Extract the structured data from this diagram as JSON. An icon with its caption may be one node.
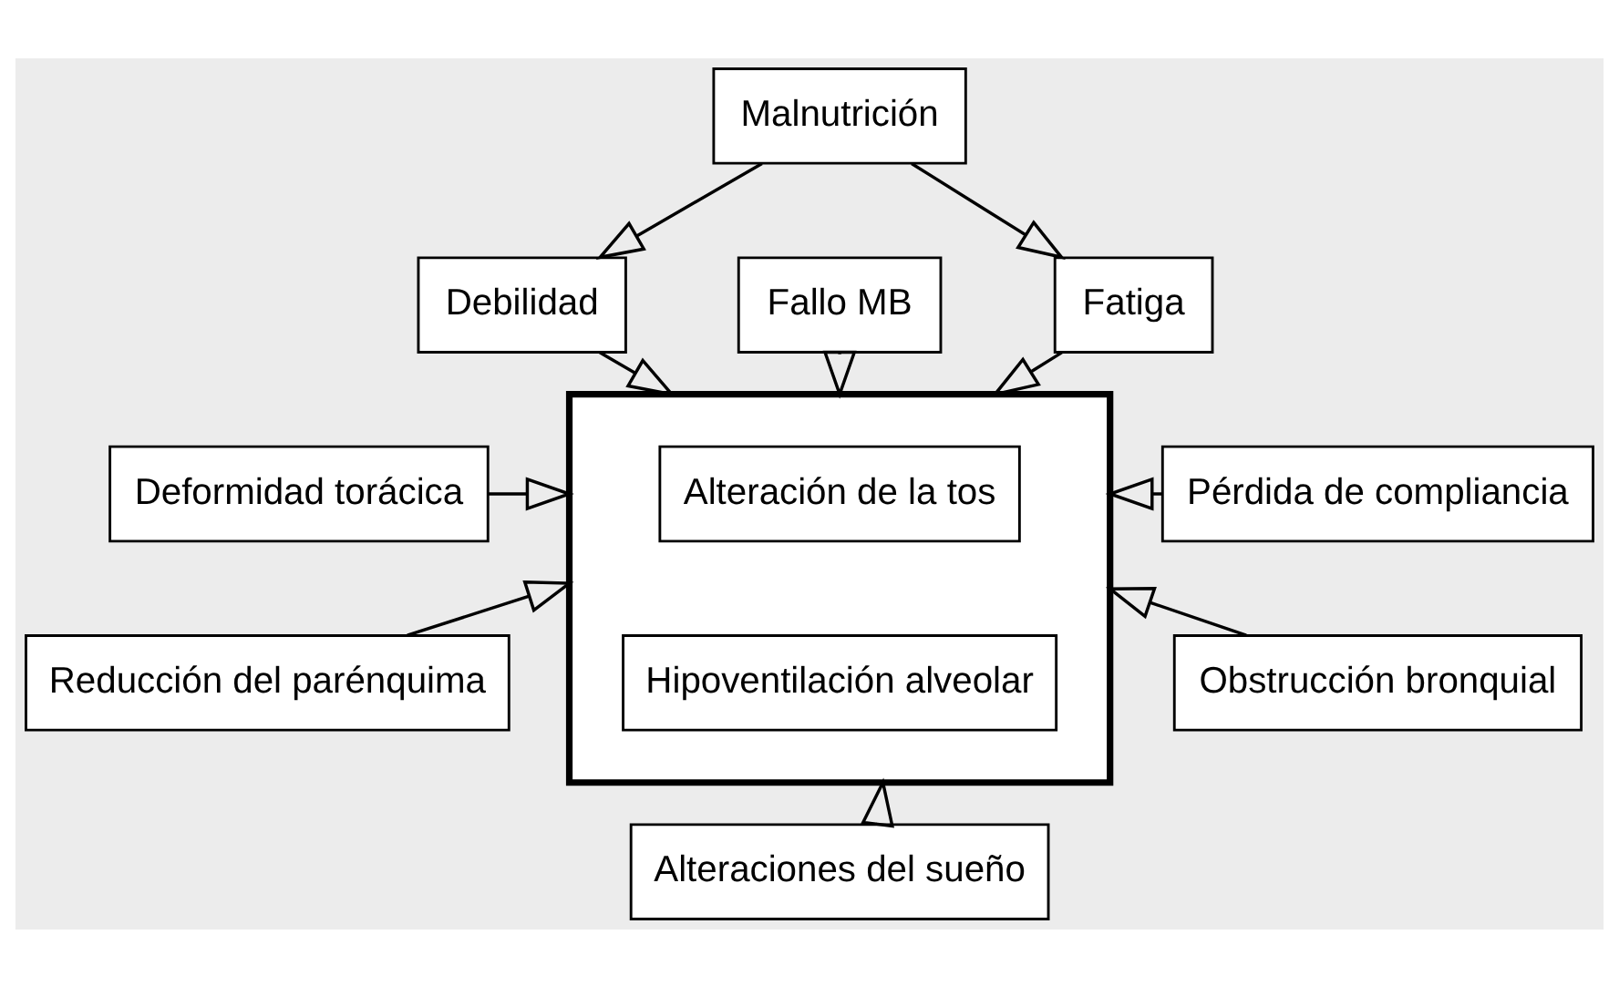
{
  "diagram": {
    "nodes": [
      {
        "text": [
          "Malnutrición"
        ]
      },
      {
        "text": [
          "Debilidad"
        ]
      },
      {
        "text": [
          "Fatiga"
        ]
      },
      {
        "text": [
          "Fallo MB"
        ]
      },
      {
        "text": [
          "Deformidad torácica"
        ]
      },
      {
        "text": [
          "Pérdida de compliancia"
        ]
      },
      {
        "text": [],
        "shape": "box"
      },
      {
        "text": [
          "Alteración de la tos"
        ],
        "in": 6
      },
      {
        "text": [
          "Hipoventilación alveolar"
        ],
        "in": 6
      },
      {
        "text": [
          "Reducción del parénquima"
        ]
      },
      {
        "text": [
          "Obstrucción bronquial"
        ]
      },
      {
        "text": [
          "Alteraciones del sueño"
        ]
      }
    ],
    "edges": [
      {
        "from": 0,
        "to": 1,
        "arrow": "to"
      },
      {
        "from": 0,
        "to": 2,
        "arrow": "to"
      },
      {
        "from": 1,
        "to": 6,
        "arrow": "to"
      },
      {
        "from": 3,
        "to": 6,
        "arrow": "to"
      },
      {
        "from": 2,
        "to": 6,
        "arrow": "to"
      },
      {
        "from": 4,
        "to": 6,
        "arrow": "to"
      },
      {
        "from": 5,
        "to": 6,
        "arrow": "to"
      },
      {
        "from": 9,
        "to": 6,
        "arrow": "to"
      },
      {
        "from": 10,
        "to": 6,
        "arrow": "to"
      },
      {
        "from": 11,
        "to": 6,
        "arrow": "to"
      }
    ]
  }
}
